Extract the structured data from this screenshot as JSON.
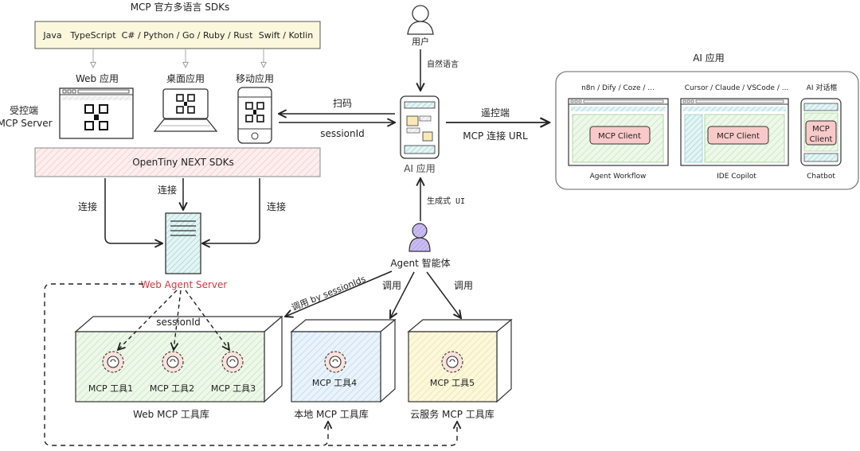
{
  "sdks": {
    "title": "MCP 官方多语言 SDKs",
    "langs": [
      "Java",
      "TypeScript",
      "C# / Python / Go / Ruby / Rust",
      "Swift / Kotlin"
    ]
  },
  "apps": {
    "web": "Web 应用",
    "desktop": "桌面应用",
    "mobile": "移动应用"
  },
  "controlled": {
    "line1": "受控端",
    "line2": "MCP Server"
  },
  "opentiny": "OpenTiny NEXT SDKs",
  "connect": {
    "left": "连接",
    "mid": "连接",
    "right": "连接"
  },
  "web_agent_server": "Web Agent Server",
  "session_id": "sessionId",
  "user": {
    "label": "用户",
    "natural_language": "自然语言"
  },
  "arrows": {
    "scan": "扫码",
    "session": "sessionId",
    "remote": "遥控端",
    "mcp_url": "MCP 连接 URL",
    "gen_ui": "生成式 UI"
  },
  "ai_app": "AI 应用",
  "agent": "Agent 智能体",
  "calls": {
    "by_session": "调用 by sessionIds",
    "call1": "调用",
    "call2": "调用"
  },
  "web_lib": {
    "tools": [
      "MCP 工具1",
      "MCP 工具2",
      "MCP 工具3"
    ],
    "label": "Web MCP 工具库"
  },
  "local_lib": {
    "tool": "MCP 工具4",
    "label": "本地 MCP 工具库"
  },
  "cloud_lib": {
    "tool": "MCP 工具5",
    "label": "云服务 MCP 工具库"
  },
  "ai_apps_panel": {
    "title": "AI 应用",
    "cols": [
      {
        "head": "n8n / Dify / Coze / ...",
        "client": "MCP Client",
        "foot": "Agent Workflow"
      },
      {
        "head": "Cursor / Claude / VSCode / ...",
        "client": "MCP Client",
        "foot": "IDE Copilot"
      },
      {
        "head": "AI 对话框",
        "client1": "MCP",
        "client2": "Client",
        "foot": "Chatbot"
      }
    ]
  },
  "colors": {
    "sdk_bg": "#fbf7dc",
    "opentiny_bg": "#fde8e8",
    "web_lib_bg": "#e8f5e3",
    "local_lib_bg": "#e3effa",
    "cloud_lib_bg": "#fbf7d6",
    "server_red": "#d9363e",
    "client_bg": "#f9c9c9",
    "agent_purple": "#b8a6e8"
  }
}
